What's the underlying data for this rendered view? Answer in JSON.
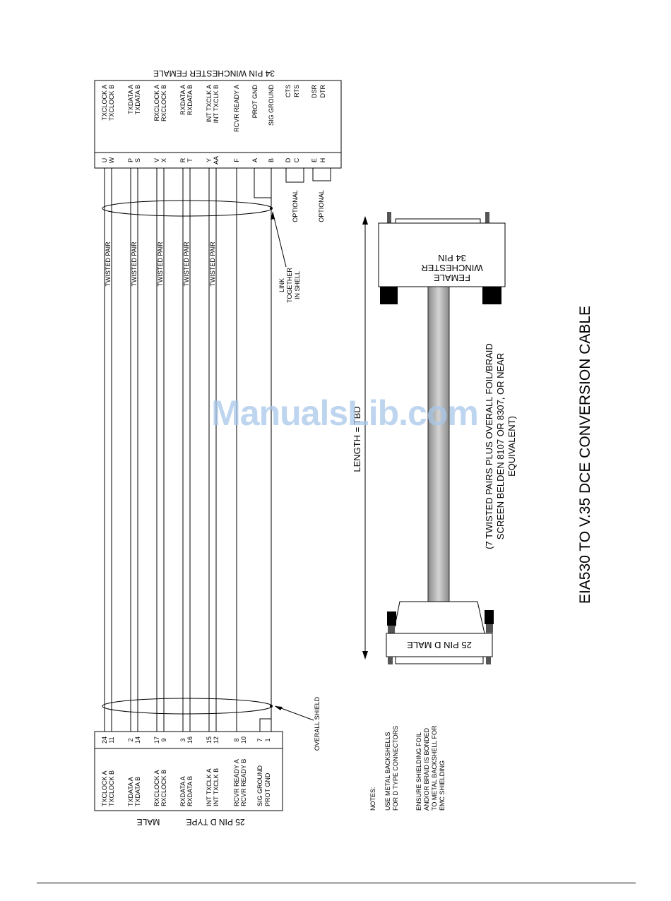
{
  "winchester": {
    "title": "34 PIN WINCHESTER FEMALE",
    "rows": [
      {
        "pin": "U",
        "signal": "TXCLOCK A"
      },
      {
        "pin": "W",
        "signal": "TXCLOCK B"
      },
      {
        "pin": "P",
        "signal": "TXDATA A"
      },
      {
        "pin": "S",
        "signal": "TXDATA B"
      },
      {
        "pin": "V",
        "signal": "RXCLOCK A"
      },
      {
        "pin": "X",
        "signal": "RXCLOCK B"
      },
      {
        "pin": "R",
        "signal": "RXDATA A"
      },
      {
        "pin": "T",
        "signal": "RXDATA B"
      },
      {
        "pin": "Y",
        "signal": "INT TXCLK A"
      },
      {
        "pin": "AA",
        "signal": "INT TXCLK B"
      },
      {
        "pin": "F",
        "signal": "RCVR READY A"
      },
      {
        "pin": "A",
        "signal": "PROT GND"
      },
      {
        "pin": "B",
        "signal": "SIG GROUND"
      },
      {
        "pin": "D",
        "signal": "CTS"
      },
      {
        "pin": "C",
        "signal": "RTS"
      },
      {
        "pin": "E",
        "signal": "DSR"
      },
      {
        "pin": "H",
        "signal": "DTR"
      }
    ]
  },
  "dtype": {
    "title_left": "25 PIN D TYPE",
    "title_right": "MALE",
    "rows": [
      {
        "pin": "24",
        "signal": "TXCLOCK A"
      },
      {
        "pin": "11",
        "signal": "TXCLOCK B"
      },
      {
        "pin": "2",
        "signal": "TXDATA A"
      },
      {
        "pin": "14",
        "signal": "TXDATA B"
      },
      {
        "pin": "17",
        "signal": "RXCLOCK A"
      },
      {
        "pin": "9",
        "signal": "RXCLOCK B"
      },
      {
        "pin": "3",
        "signal": "RXDATA A"
      },
      {
        "pin": "16",
        "signal": "RXDATA B"
      },
      {
        "pin": "15",
        "signal": "INT TXCLK A"
      },
      {
        "pin": "12",
        "signal": "INT TXCLK B"
      },
      {
        "pin": "8",
        "signal": "RCVR READY A"
      },
      {
        "pin": "10",
        "signal": "RCVR READY B"
      },
      {
        "pin": "7",
        "signal": "SIG GROUND"
      },
      {
        "pin": "1",
        "signal": "PROT GND"
      }
    ]
  },
  "wiring": {
    "twisted_pair_label": "TWISTED PAIR",
    "optional_label": "OPTIONAL",
    "link_line1": "LINK",
    "link_line2": "TOGETHER",
    "link_line3": "IN SHELL",
    "overall_shield": "OVERALL SHIELD"
  },
  "notes": {
    "heading": "NOTES:",
    "note1_line1": "USE METAL BACKSHELLS",
    "note1_line2": "FOR D TYPE CONNECTORS",
    "note2_line1": "ENSURE SHIELDING FOIL",
    "note2_line2": "AND/OR BRAID IS BONDED",
    "note2_line3": "TO METAL BACKSHELL FOR",
    "note2_line4": "EMC SHIELDING"
  },
  "cable": {
    "winchester_line1": "34 PIN",
    "winchester_line2": "WINCHESTER",
    "winchester_line3": "FEMALE",
    "dmale_label": "25 PIN D MALE",
    "length_label": "LENGTH = TBD",
    "spec_line1": "(7 TWISTED PAIRS PLUS OVERALL FOIL/BRAID",
    "spec_line2": "SCREEN BELDEN 8107 OR 8307, OR NEAR",
    "spec_line3": "EQUIVALENT)"
  },
  "title": "EIA530 TO V.35 DCE CONVERSION CABLE",
  "watermark": "ManualsLib.com",
  "colors": {
    "cable": "#b4b4b4",
    "screw": "#000000",
    "watermark": "#a9c7ea"
  }
}
